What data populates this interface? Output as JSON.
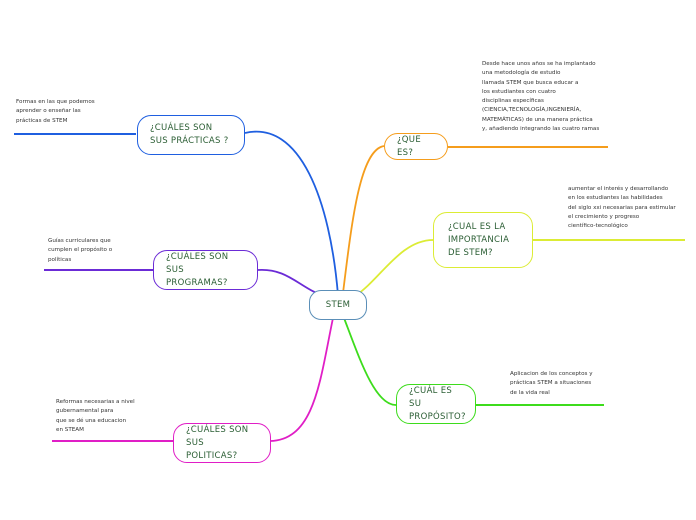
{
  "center": {
    "label": "STEM",
    "border_color": "#5b8fb8"
  },
  "topics": [
    {
      "id": "practicas",
      "label": "¿CUÁLES SON SUS PRÁCTICAS ?",
      "color": "#1f5fe0",
      "note": "Formas en las que podemos\naprender o enseñar las\nprácticas de STEM"
    },
    {
      "id": "programas",
      "label": "¿CUÁLES SON SUS PROGRAMAS?",
      "color": "#6b2bd6",
      "note": "Guías curriculares que\ncumplen el propósito o\npolíticas"
    },
    {
      "id": "politicas",
      "label": "¿CUÁLES SON SUS POLITICAS?",
      "color": "#e01ec6",
      "note": "Reformas necesarias a nivel\ngubernamental para\nque se dé una educacion\nen STEAM"
    },
    {
      "id": "que-es",
      "label": "¿QUE ES?",
      "color": "#f59d1c",
      "note": "Desde hace unos años se ha implantado\nuna metodología de estudio\nllamada STEM que busca educar a\nlos estudiantes con cuatro\ndisciplinas específicas\n(CIENCIA,TECNOLOGÍA,INGENIERÍA,\nMATEMÁTICAS) de una manera práctica\ny, añadiendo integrando las cuatro ramas"
    },
    {
      "id": "importancia",
      "label": "¿CUAL ES LA IMPORTANCIA DE STEM?",
      "color": "#dcec35",
      "note": "aumentar el interés y desarrollando\nen los estudiantes las habilidades\ndel siglo xxi necesarias para estimular\nel crecimiento y progreso\ncientífico-tecnológico"
    },
    {
      "id": "proposito",
      "label": "¿CUÁL ES SU PROPÓSITO?",
      "color": "#3ddc1c",
      "note": "Aplicacion de los conceptos y\nprácticas STEM a situaciones\nde la vida real"
    }
  ]
}
